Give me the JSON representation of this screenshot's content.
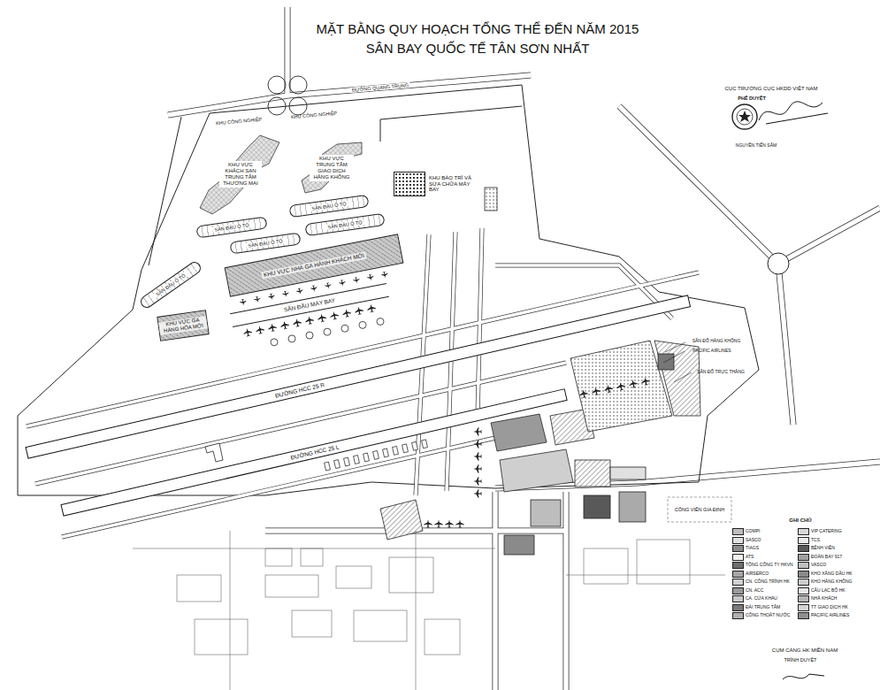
{
  "diagram": {
    "title": "MẶT BẰNG QUY HOẠCH TỔNG THỂ ĐẾN NĂM 2015 SÂN BAY QUỐC TẾ TÂN SƠN NHẤT",
    "nodes": [
      {
        "text": [
          "KHU VỰC KHÁCH SẠN TRUNG TÂM THƯƠNG MẠI"
        ]
      },
      {
        "text": [
          "KHU VỰC TRUNG TÂM GIAO DỊCH HÀNG KHÔNG"
        ]
      },
      {
        "text": [
          "KHU BẢO TRÌ VÀ SỬA CHỮA MÁY BAY"
        ]
      },
      {
        "text": [
          "SÂN ĐẬU Ô TÔ"
        ]
      },
      {
        "text": [
          "SÂN ĐẬU Ô TÔ"
        ]
      },
      {
        "text": [
          "SÂN ĐẬU Ô TÔ"
        ]
      },
      {
        "text": [
          "SÂN ĐẬU Ô TÔ"
        ]
      },
      {
        "text": [
          "SÂN ĐẬU Ô TÔ"
        ]
      },
      {
        "text": [
          "KHU VỰC NHÀ GA HÀNH KHÁCH MỚI"
        ]
      },
      {
        "text": [
          "SÂN ĐẬU MÁY BAY"
        ]
      },
      {
        "text": [
          "KHU VỰC GA HÀNG HÓA MỚI"
        ]
      },
      {
        "text": [
          "ĐƯỜNG HCC 25 R"
        ]
      },
      {
        "text": [
          "ĐƯỜNG HCC 25 L"
        ]
      }
    ],
    "labels": [
      "CỤC TRƯỞNG CỤC HKDD VIỆT NAM",
      "PHÊ DUYỆT",
      "NGUYỄN TIẾN SÂM",
      "KHU CÔNG NGHIỆP",
      "KHU CÔNG NGHIỆP",
      "ĐƯỜNG QUANG TRUNG",
      "SÂN ĐỖ HÀNG KHÔNG",
      "PACIFIC AIRLINES",
      "SÂN ĐỖ TRỰC THĂNG",
      "CÔNG VIÊN GIA ĐỊNH",
      "GHI CHÚ",
      "CỤM CẢNG HK MIỀN NAM",
      "TRÌNH DUYỆT"
    ],
    "legend": [
      {
        "text": "COMPI",
        "color": "#bdbdbd"
      },
      {
        "text": "SASCO",
        "color": "#e0e0e0"
      },
      {
        "text": "TIAGS",
        "color": "#8c8c8c"
      },
      {
        "text": "ATS",
        "color": "#f2f2f2"
      },
      {
        "text": "TỔNG CÔNG TY HKVN",
        "color": "#6e6e6e"
      },
      {
        "text": "AIRSERCO",
        "color": "#a6a6a6"
      },
      {
        "text": "CN. CÔNG TRÌNH HK",
        "color": "#d0d0d0"
      },
      {
        "text": "CN. ACC",
        "color": "#9a9a9a"
      },
      {
        "text": "CA. CỬA KHẨU",
        "color": "#c8c8c8"
      },
      {
        "text": "ĐÀI TRUNG TÂM",
        "color": "#7a7a7a"
      },
      {
        "text": "CÔNG THOÁT NƯỚC",
        "color": "#b0b0b0"
      },
      {
        "text": "VIP CATERING",
        "color": "#d8d8d8"
      },
      {
        "text": "TCS",
        "color": "#ececec"
      },
      {
        "text": "BỆNH VIỆN",
        "color": "#595959"
      },
      {
        "text": "ĐOÀN BAY 917",
        "color": "#a0a0a0"
      },
      {
        "text": "VASCO",
        "color": "#c0c0c0"
      },
      {
        "text": "KHO XĂNG DẦU HK",
        "color": "#8a8a8a"
      },
      {
        "text": "KHO HÀNG KHÔNG",
        "color": "#cccccc"
      },
      {
        "text": "CÂU LẠC BỘ HK",
        "color": "#e6e6e6"
      },
      {
        "text": "NHÀ KHÁCH",
        "color": "#b5b5b5"
      },
      {
        "text": "TT GIAO DỊCH HK",
        "color": "#d4d4d4"
      },
      {
        "text": "PACIFIC AIRLINES",
        "color": "#909090"
      }
    ]
  }
}
